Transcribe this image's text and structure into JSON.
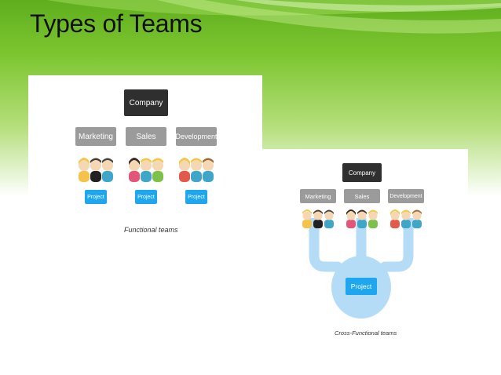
{
  "slide": {
    "title": "Types of Teams"
  },
  "functional_diagram": {
    "company_label": "Company",
    "departments": [
      "Marketing",
      "Sales",
      "Development"
    ],
    "project_label": "Project",
    "caption": "Functional teams"
  },
  "cross_functional_diagram": {
    "company_label": "Company",
    "departments": [
      "Marketing",
      "Sales",
      "Development"
    ],
    "project_label": "Project",
    "caption": "Cross-Functional teams"
  },
  "colors": {
    "company_box": "#2f2f2f",
    "department_box": "#9b9b9b",
    "project_box": "#1ea7ee",
    "connector": "#b5dcf7",
    "theme_green": "#7dc630"
  }
}
